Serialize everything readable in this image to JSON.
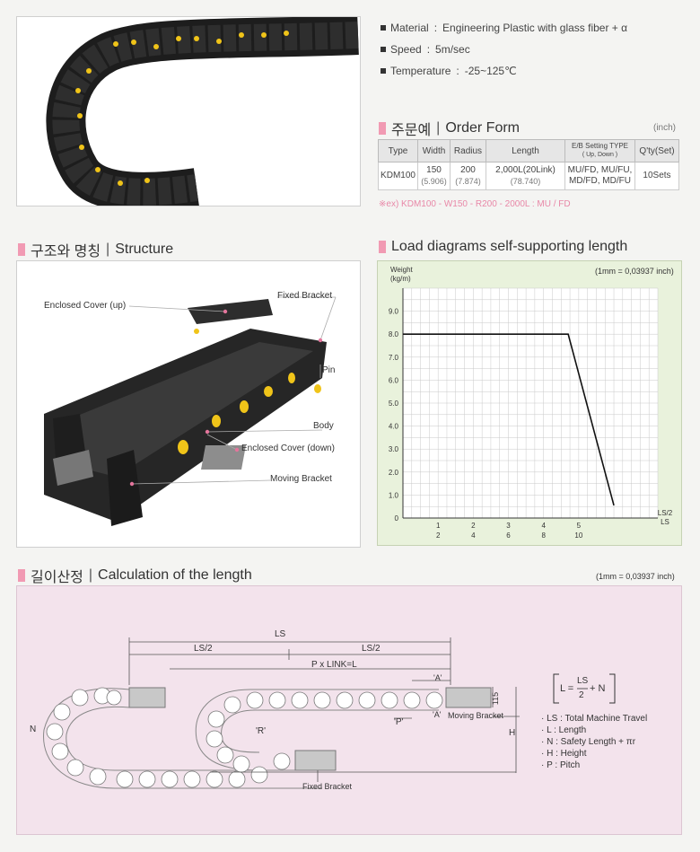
{
  "specs": {
    "items": [
      {
        "label": "Material",
        "value": "Engineering Plastic with glass fiber + α"
      },
      {
        "label": "Speed",
        "value": "5m/sec"
      },
      {
        "label": "Temperature",
        "value": "-25~125℃"
      }
    ]
  },
  "order_form": {
    "title_ko": "주문예",
    "title_en": "Order Form",
    "unit": "(inch)",
    "headers": [
      "Type",
      "Width",
      "Radius",
      "Length",
      "E/B Setting TYPE",
      "Q'ty(Set)"
    ],
    "eb_sub": "( Up, Down )",
    "row": {
      "type": "KDM100",
      "width": "150",
      "width_inch": "(5.906)",
      "radius": "200",
      "radius_inch": "(7.874)",
      "length": "2,000L(20Link)",
      "length_inch": "(78.740)",
      "eb1": "MU/FD, MU/FU,",
      "eb2": "MD/FD, MD/FU",
      "qty": "10Sets"
    },
    "example": "※ex) KDM100 - W150 - R200 - 2000L : MU / FD"
  },
  "structure": {
    "title_ko": "구조와 명칭",
    "title_en": "Structure",
    "labels": {
      "enclosed_up": "Enclosed Cover (up)",
      "fixed_bracket": "Fixed Bracket",
      "pin": "Pin",
      "body": "Body",
      "enclosed_down": "Enclosed Cover (down)",
      "moving_bracket": "Moving Bracket"
    }
  },
  "load": {
    "title": "Load diagrams self-supporting length",
    "unit_note": "(1mm = 0,03937 inch)"
  },
  "chart_data": {
    "type": "line",
    "title": "",
    "ylabel": "Weight (kg/m)",
    "xlabel": "LS/2 LS",
    "ylim": [
      0,
      10
    ],
    "xlim": [
      0,
      7.25
    ],
    "yticks": [
      "0",
      "1.0",
      "2.0",
      "3.0",
      "4.0",
      "5.0",
      "6.0",
      "7.0",
      "8.0",
      "9.0"
    ],
    "xticks_top": [
      "1",
      "2",
      "3",
      "4",
      "5"
    ],
    "xticks_bottom": [
      "2",
      "4",
      "6",
      "8",
      "10"
    ],
    "x_axis_top_label": "LS/2",
    "x_axis_bottom_label": "LS",
    "grid": true,
    "series": [
      {
        "x": [
          0,
          4.7,
          6.0
        ],
        "y": [
          8.0,
          8.0,
          0.55
        ]
      }
    ]
  },
  "calc": {
    "title_ko": "길이산정",
    "title_en": "Calculation of the length",
    "unit_note": "(1mm = 0,03937 inch)",
    "labels": {
      "ls": "LS",
      "ls2_left": "LS/2",
      "ls2_right": "LS/2",
      "p_link": "P x LINK=L",
      "a_top": "'A'",
      "a_bottom": "'A'",
      "moving_bracket": "Moving Bracket",
      "dim_115": "115",
      "p": "'P'",
      "r": "'R'",
      "n": "N",
      "h": "H",
      "fixed_bracket": "Fixed Bracket"
    },
    "formula": {
      "l": "L =",
      "ls": "LS",
      "two": "2",
      "plus_n": "+ N"
    },
    "legend": [
      {
        "key": "LS",
        "text": ": Total Machine Travel"
      },
      {
        "key": "L",
        "text": ": Length"
      },
      {
        "key": "N",
        "text": ": Safety Length + πr"
      },
      {
        "key": "H",
        "text": ": Height"
      },
      {
        "key": "P",
        "text": ": Pitch"
      }
    ]
  }
}
